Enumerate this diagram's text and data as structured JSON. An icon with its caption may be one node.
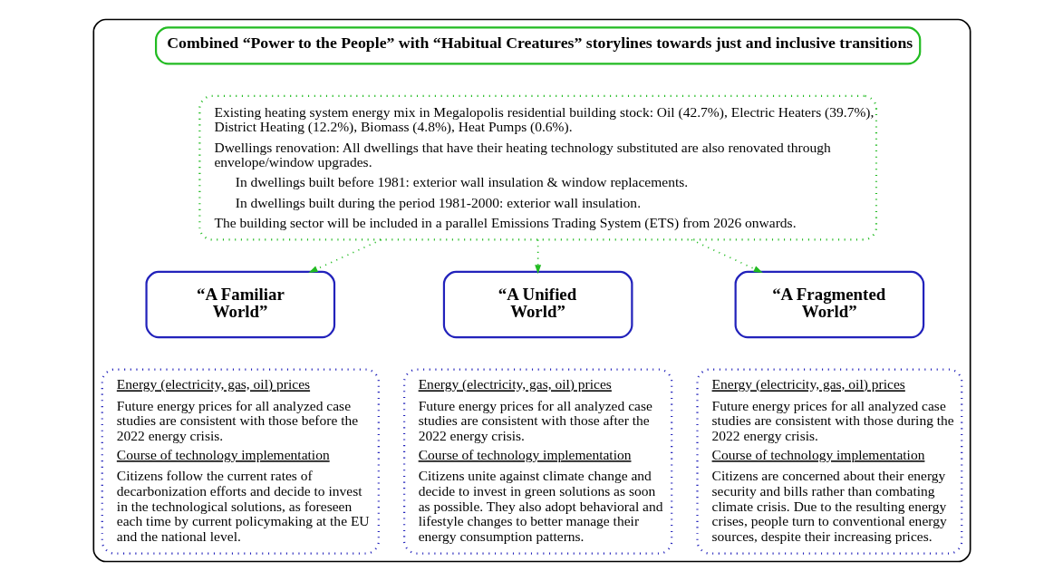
{
  "diagram": {
    "nodes": [
      {
        "text": [],
        "shape": "box"
      },
      {
        "text": [
          "Combined “Power to the People” with “Habitual Creatures” storylines towards just and inclusive transitions"
        ],
        "in": 0
      },
      {
        "text": [
          "Existing heating system energy mix in Megalopolis residential building stock: Oil (42.7%), Electric Heaters (39.7%), District Heating (12.2%), Biomass (4.8%), Heat Pumps (0.6%).",
          "Dwellings renovation: All dwellings that have their heating technology substituted are also renovated through envelope/window upgrades.",
          "In dwellings built before 1981: exterior wall insulation & window replacements.",
          "In dwellings built during the period 1981-2000: exterior wall insulation.",
          "The building sector will be included in a parallel Emissions Trading System (ETS) from 2026 onwards."
        ],
        "in": 0
      },
      {
        "text": [
          "“A Familiar World”"
        ],
        "in": 0
      },
      {
        "text": [
          "“A Unified World”"
        ],
        "in": 0
      },
      {
        "text": [
          "“A Fragmented World”"
        ],
        "in": 0
      },
      {
        "text": [
          "Energy (electricity, gas, oil) prices",
          "Future energy prices for all analyzed case studies are consistent with those before the 2022 energy crisis.",
          "Course of technology implementation",
          "Citizens follow the current rates of decarbonization efforts and decide to invest in the technological solutions, as foreseen each time by current policymaking at the EU and the national level."
        ],
        "in": 0
      },
      {
        "text": [
          "Energy (electricity, gas, oil) prices",
          "Future energy prices for all analyzed case studies are consistent with those after the 2022 energy crisis.",
          "Course of technology implementation",
          "Citizens unite against climate change and decide to invest in green solutions as soon as possible. They also adopt behavioral and lifestyle changes to better manage their energy consumption patterns."
        ],
        "in": 0
      },
      {
        "text": [
          "Energy (electricity, gas, oil) prices",
          "Future energy prices for all analyzed case studies are consistent with those during the 2022 energy crisis.",
          "Course of technology implementation",
          "Citizens are concerned about their energy security and bills rather than combating climate crisis. Due to the resulting energy crises, people turn to conventional energy sources, despite their increasing prices."
        ],
        "in": 0
      }
    ],
    "edges": [
      {
        "from": 2,
        "to": 3,
        "arrow": "to"
      },
      {
        "from": 2,
        "to": 4,
        "arrow": "to"
      },
      {
        "from": 2,
        "to": 5,
        "arrow": "to"
      }
    ]
  }
}
